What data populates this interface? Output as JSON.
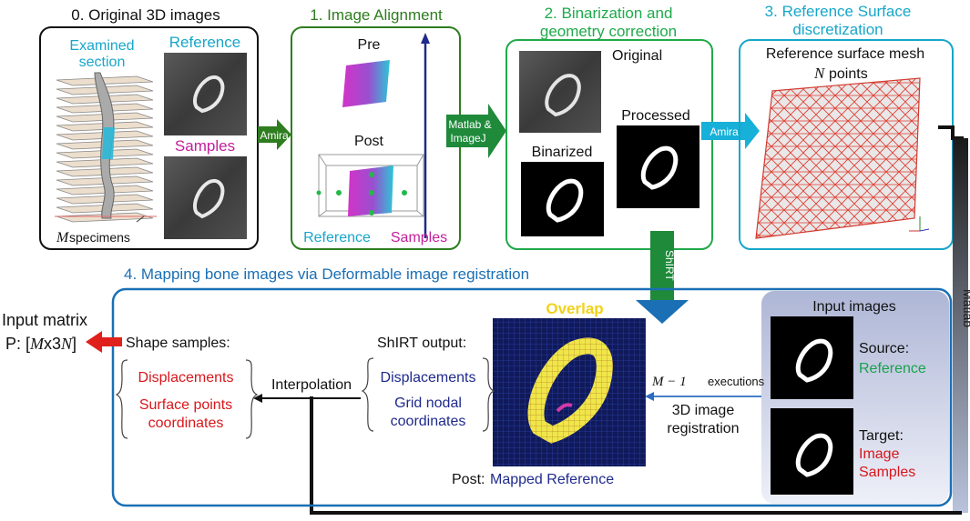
{
  "colors": {
    "black": "#111111",
    "green_dark": "#2e7d1f",
    "green_light": "#1faa4a",
    "cyan": "#17a6c9",
    "blue": "#1a6fb5",
    "navy": "#1f2a8c",
    "magenta": "#c21f9a",
    "red": "#e0201a",
    "red_text": "#d8171c",
    "green_text": "#16a34a"
  },
  "panel0": {
    "title": "0. Original 3D images",
    "examined_line1": "Examined",
    "examined_line2": "section",
    "reference": "Reference",
    "samples": "Samples",
    "m_var": "M",
    "specimens": "specimens"
  },
  "panel1": {
    "title": "1. Image Alignment",
    "pre": "Pre",
    "post": "Post",
    "reference": "Reference",
    "samples": "Samples"
  },
  "panel2": {
    "title_line1": "2. Binarization and",
    "title_line2": "geometry correction",
    "original": "Original",
    "processed": "Processed",
    "binarized": "Binarized"
  },
  "panel3": {
    "title_line1": "3. Reference Surface",
    "title_line2": "discretization",
    "mesh_label": "Reference surface mesh",
    "n_var": "N",
    "points": "points"
  },
  "arrows": {
    "amira1": "Amira",
    "matlab_line1": "Matlab &",
    "matlab_line2": "ImageJ",
    "amira2": "Amira",
    "shirt": "ShIRT",
    "matlab": "Matlab"
  },
  "panel4": {
    "title": "4. Mapping bone images via Deformable image registration",
    "overlap": "Overlap",
    "post_label": "Post:",
    "mapped_reference": "Mapped Reference",
    "shirt_output": "ShIRT output:",
    "displacements_blue": "Displacements",
    "grid_nodal_line1": "Grid nodal",
    "grid_nodal_line2": "coordinates",
    "interpolation": "Interpolation",
    "shape_samples": "Shape samples:",
    "displacements_red": "Displacements",
    "surface_line1": "Surface points",
    "surface_line2": "coordinates",
    "executions_var": "M − 1",
    "executions": "executions",
    "registration_line1": "3D image",
    "registration_line2": "registration",
    "input_images": "Input images",
    "source_label": "Source:",
    "source_value": "Reference",
    "target_label": "Target:",
    "target_value_line1": "Image",
    "target_value_line2": "Samples"
  },
  "output": {
    "line1": "Input matrix",
    "p_label": "P: [",
    "mx": "M",
    "x3": "x3",
    "n": "N",
    "close": "]"
  }
}
